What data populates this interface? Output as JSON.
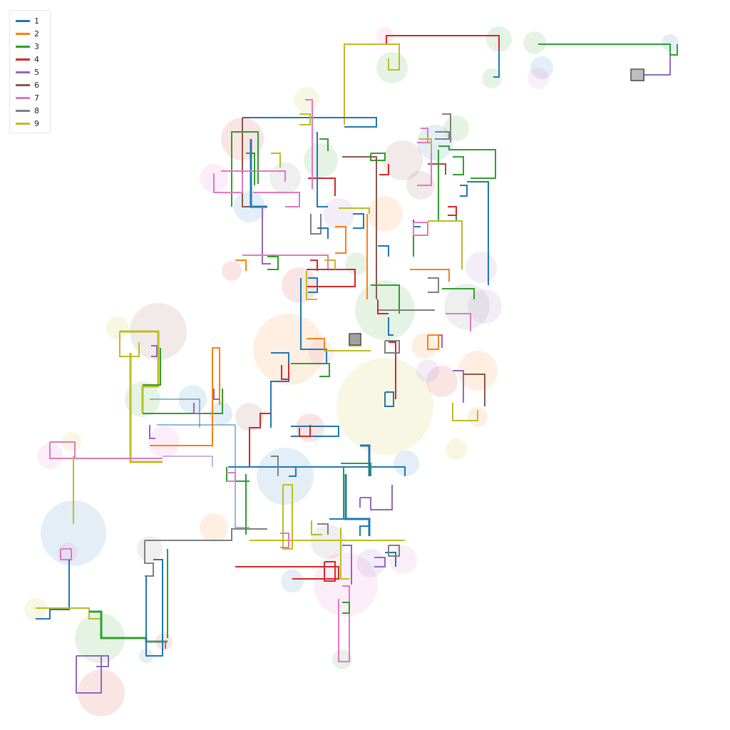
{
  "legend": {
    "items": [
      {
        "label": "1",
        "color": "#1f77b4"
      },
      {
        "label": "2",
        "color": "#ff7f0e"
      },
      {
        "label": "3",
        "color": "#2ca02c"
      },
      {
        "label": "4",
        "color": "#d62728"
      },
      {
        "label": "5",
        "color": "#9467bd"
      },
      {
        "label": "6",
        "color": "#8c564b"
      },
      {
        "label": "7",
        "color": "#e377c2"
      },
      {
        "label": "8",
        "color": "#7f7f7f"
      },
      {
        "label": "9",
        "color": "#bcbd22"
      }
    ]
  },
  "background": "#ffffff"
}
